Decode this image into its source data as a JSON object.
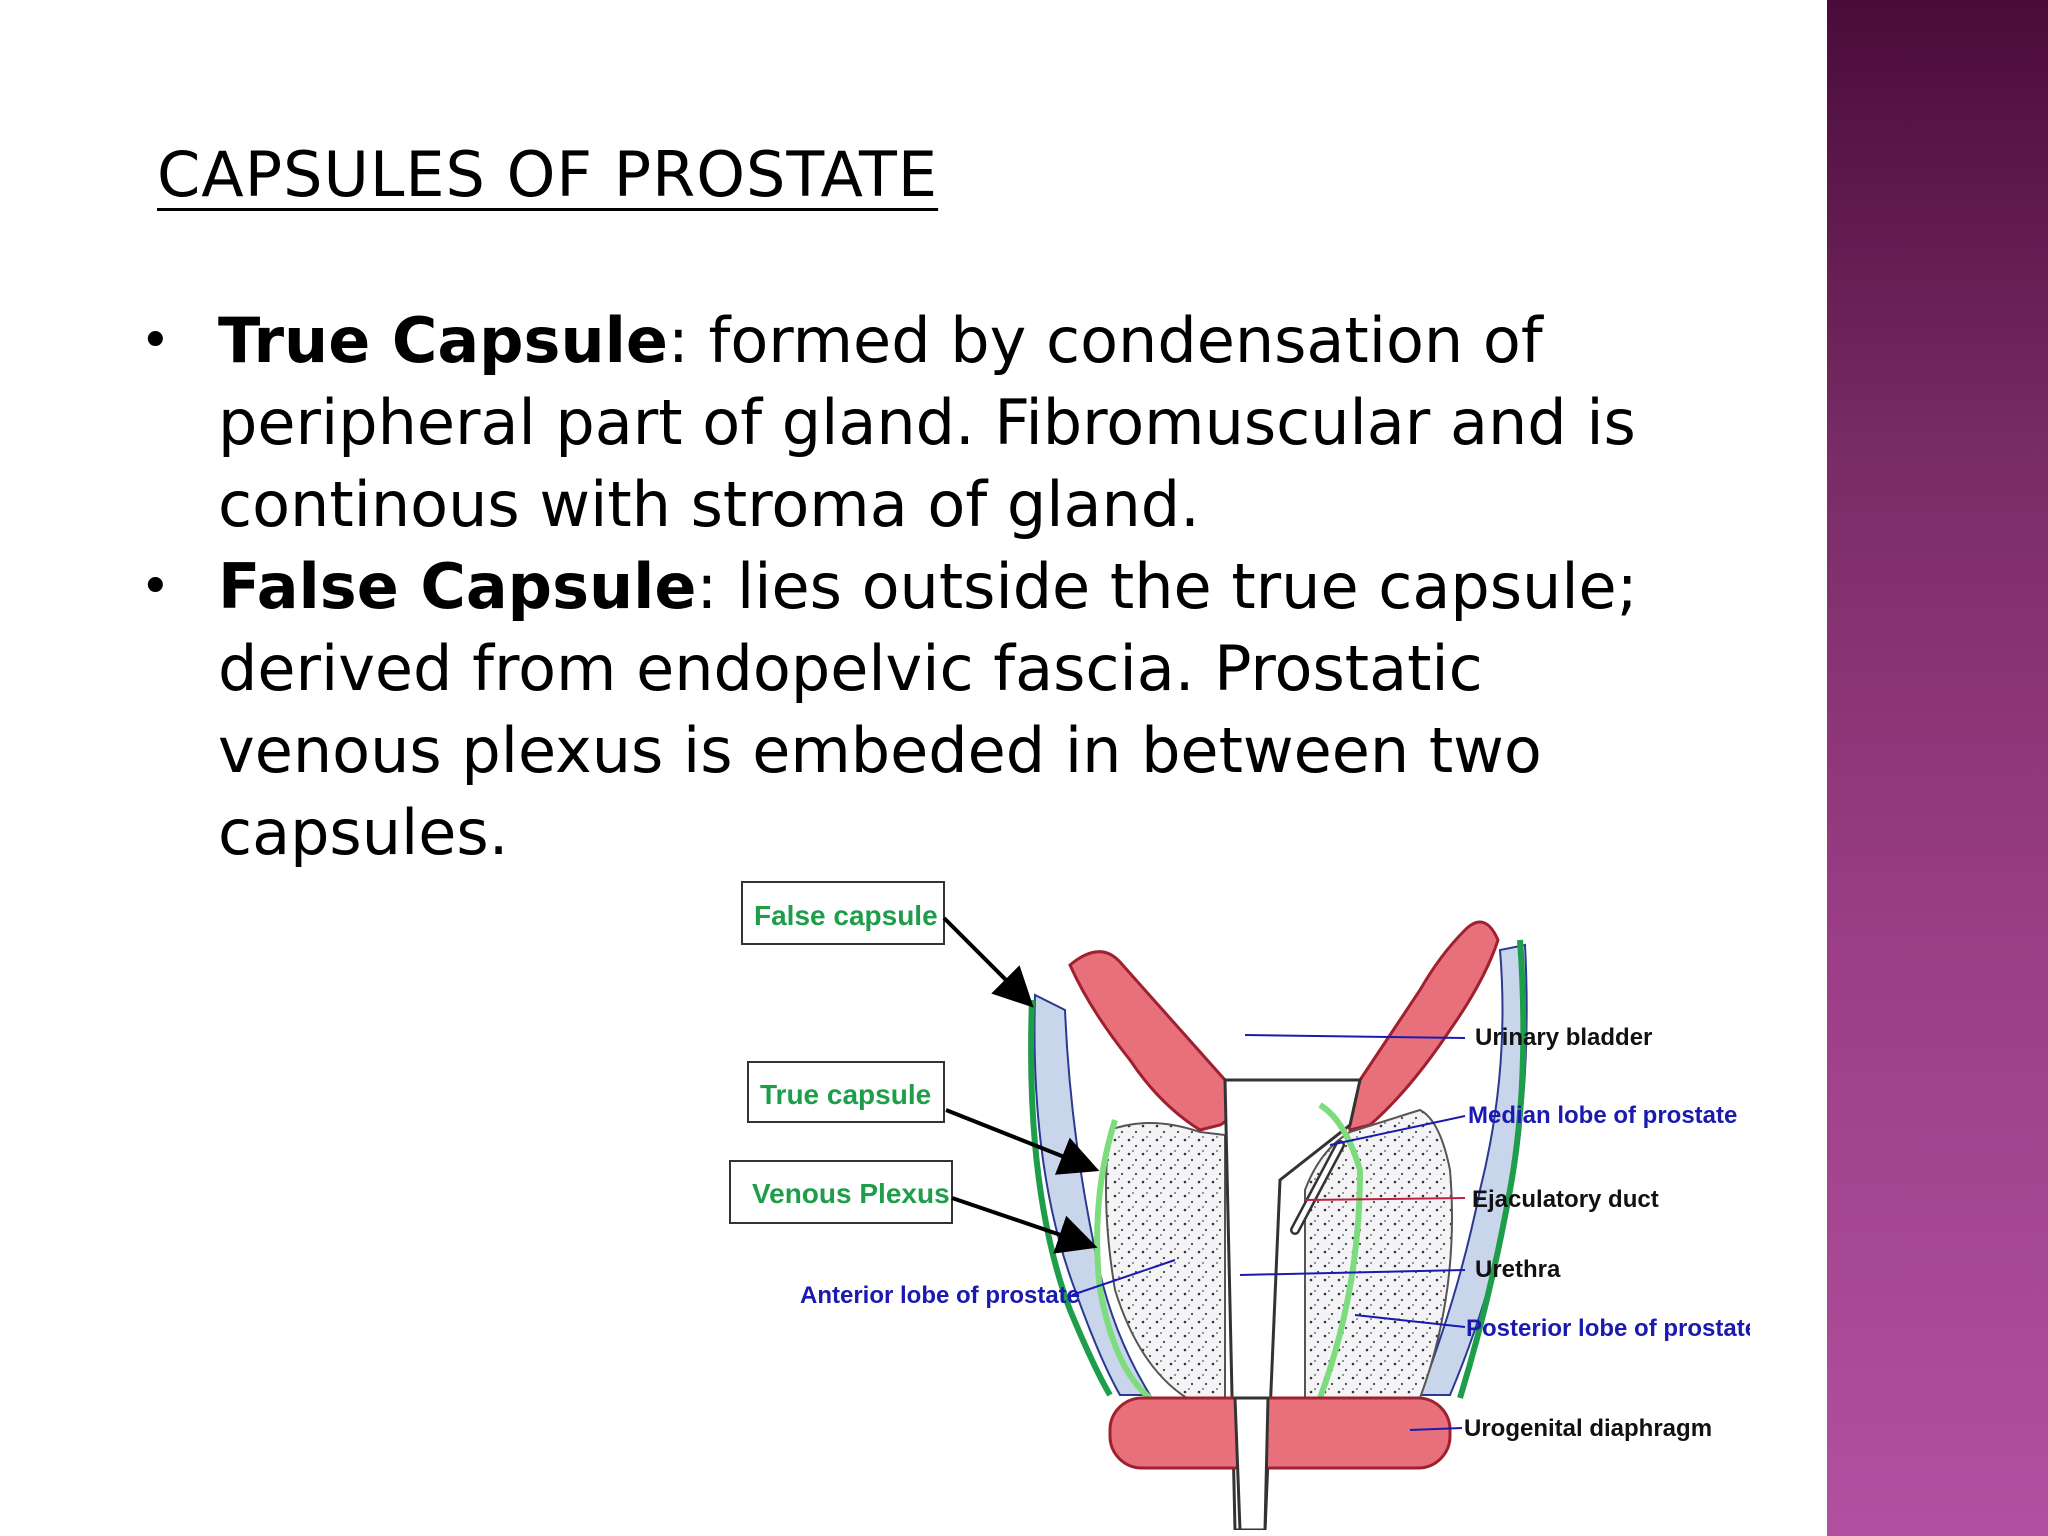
{
  "slide": {
    "title": "CAPSULES OF PROSTATE",
    "bullets": [
      {
        "term": "True Capsule",
        "text": ": formed by condensation of peripheral part of gland. Fibromuscular and is continous with stroma of gland."
      },
      {
        "term": "False Capsule",
        "text": ":  lies outside the true capsule; derived from endopelvic fascia. Prostatic venous plexus is embeded in between two capsules."
      }
    ]
  },
  "diagram": {
    "boxed_labels": [
      "False capsule",
      "True capsule",
      "Venous Plexus"
    ],
    "left_labels": [
      "Anterior lobe of prostate"
    ],
    "right_labels": [
      "Urinary bladder",
      "Median lobe of prostate",
      "Ejaculatory duct",
      "Urethra",
      "Posterior lobe of prostate",
      "Urogenital diaphragm"
    ]
  },
  "colors": {
    "accent_bar": "#7a2c66",
    "capsule_green": "#1e9e4a",
    "label_blue": "#1a1ab0",
    "muscle_red": "#e8707a"
  }
}
